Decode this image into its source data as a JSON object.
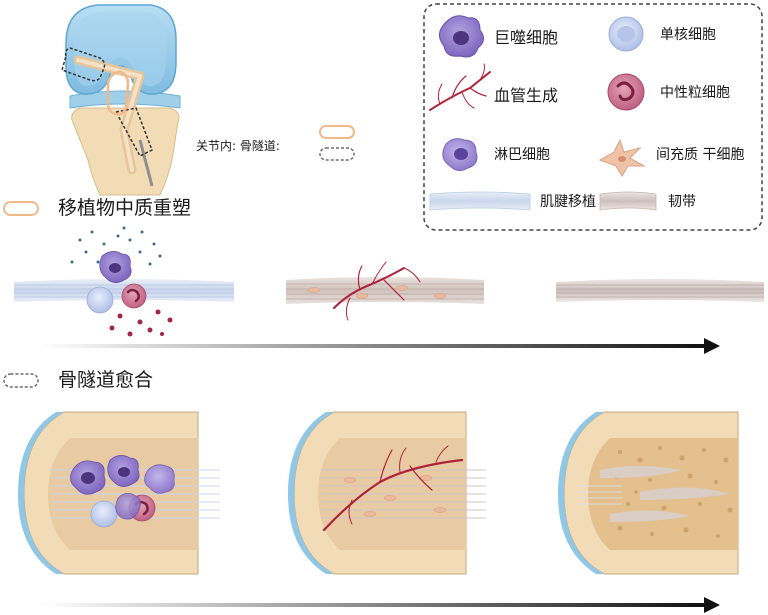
{
  "knee_legend": {
    "prefix": "关节内: 骨隧道:"
  },
  "legend": {
    "macrophage": "巨噬细胞",
    "monocyte": "单核细胞",
    "angiogenesis": "血管生成",
    "neutrophil": "中性粒细胞",
    "lymphocyte": "淋巴细胞",
    "msc": "间充质 干细胞",
    "tendon_graft": "肌腱移植",
    "ligament": "韧带"
  },
  "sections": {
    "remodeling": "移植物中质重塑",
    "tunnel_healing": "骨隧道愈合"
  },
  "colors": {
    "intra_articular": "#f0b98a",
    "bone_tunnel": "#6b6b6b",
    "macrophage": "#8a72c4",
    "monocyte": "#b9c7ec",
    "vessel": "#b0213a",
    "neutrophil": "#c56e8a",
    "lymphocyte": "#9a86cf",
    "msc": "#e8b89a",
    "bone": "#f2dcb8",
    "cartilage": "#8fc7e6"
  }
}
